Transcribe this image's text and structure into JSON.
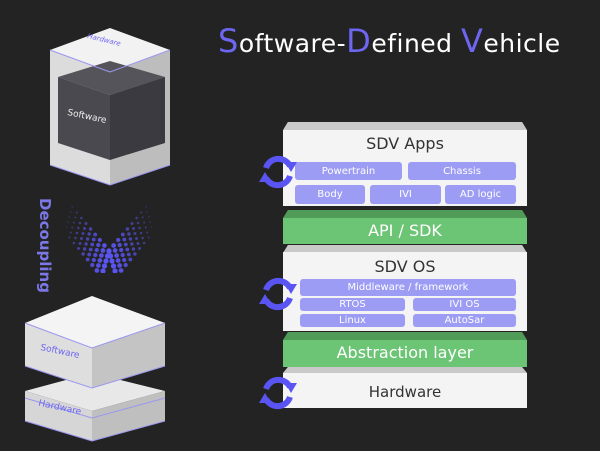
{
  "title": {
    "s": "S",
    "oftware": "oftware-",
    "d": "D",
    "efined": "efined ",
    "v": "V",
    "ehicle": "ehicle"
  },
  "left": {
    "top_cube_hardware": "Hardware",
    "top_cube_software": "Software",
    "decoupling": "Decoupling",
    "bottom_software": "Software",
    "bottom_hardware": "Hardware"
  },
  "stack": {
    "apps": {
      "title": "SDV Apps",
      "items": [
        "Powertrain",
        "Chassis",
        "Body",
        "IVI",
        "AD logic"
      ]
    },
    "api": {
      "title": "API / SDK"
    },
    "os": {
      "title": "SDV OS",
      "items": [
        "Middleware / framework",
        "RTOS",
        "IVI OS",
        "Linux",
        "AutoSar"
      ]
    },
    "abstraction": {
      "title": "Abstraction layer"
    },
    "hardware": {
      "title": "Hardware"
    }
  },
  "colors": {
    "accent": "#6d66f0",
    "chip": "#9d9cf5",
    "green": "#6cc475",
    "background": "#232323"
  }
}
